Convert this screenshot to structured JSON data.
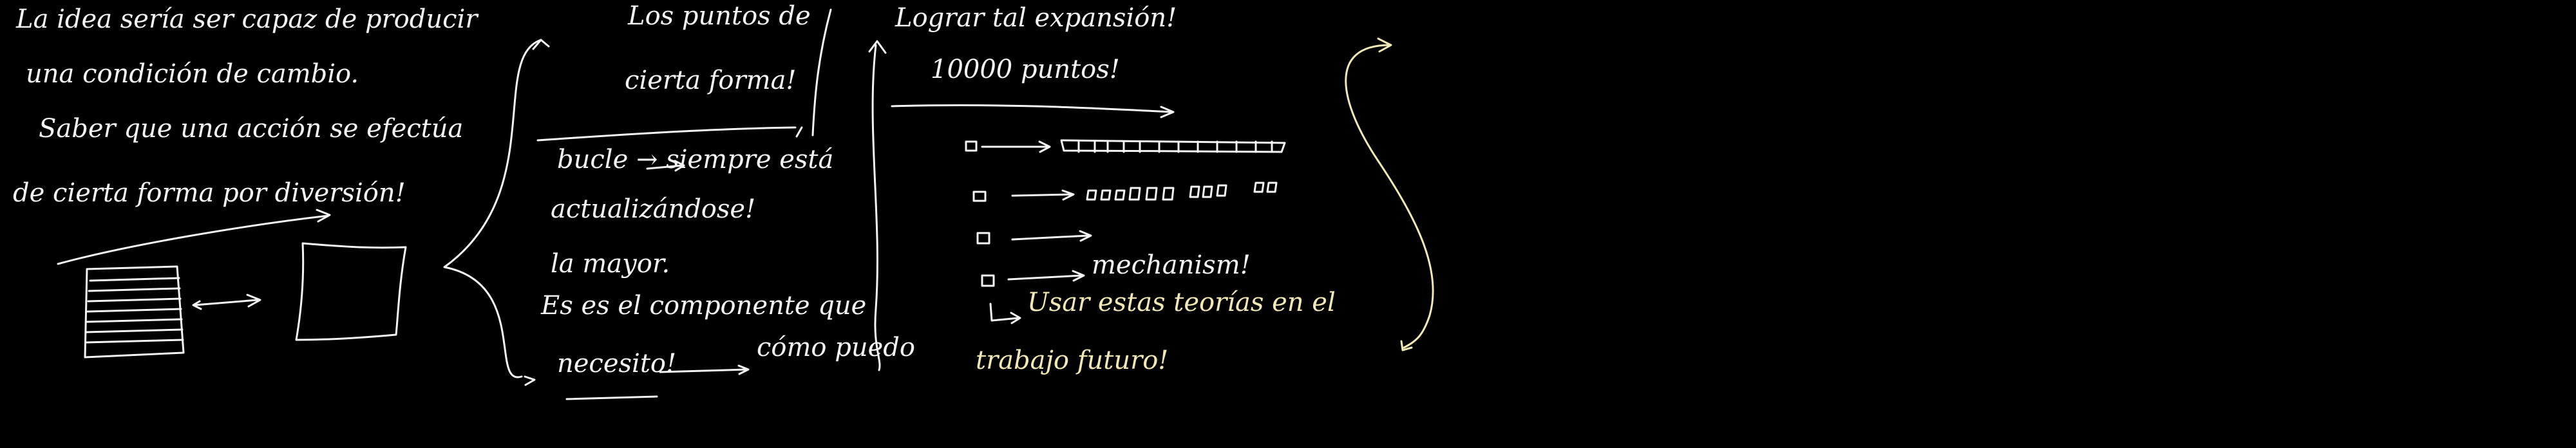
{
  "colors": {
    "background": "#000000",
    "ink": "#f4f4f4",
    "ink_yellow": "#f2e8b6"
  },
  "notes": {
    "left": [
      "La idea sería ser capaz de producir",
      "una condición de cambio.",
      "Saber que una acción se efectúa",
      "de cierta forma por diversión!"
    ],
    "middle_top": [
      "Los puntos de",
      "cierta forma!"
    ],
    "middle_bottom": [
      "bucle → siempre está",
      "actualizándose!",
      "la mayor.",
      "Es es el componente que",
      "necesito!",
      "cómo puedo"
    ],
    "right": [
      "Lograr tal expansión!",
      "10000 puntos!"
    ],
    "list": [
      "mechanism!"
    ],
    "footer": [
      "Usar estas teorías en el",
      "trabajo futuro!"
    ]
  }
}
